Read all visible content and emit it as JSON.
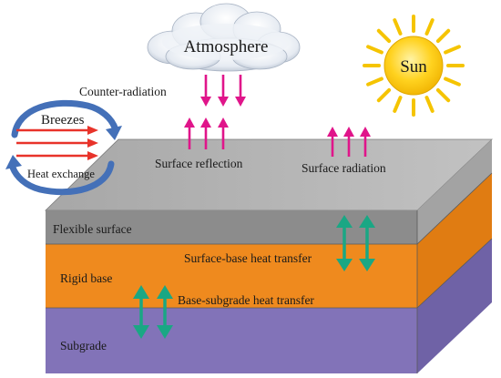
{
  "labels": {
    "atmosphere": "Atmosphere",
    "sun": "Sun",
    "counter_radiation": "Counter-radiation",
    "breezes": "Breezes",
    "heat_exchange": "Heat exchange",
    "surface_reflection": "Surface reflection",
    "surface_radiation": "Surface radiation",
    "flexible_surface": "Flexible surface",
    "surface_base_heat_transfer": "Surface-base heat transfer",
    "rigid_base": "Rigid base",
    "base_subgrade_heat_transfer": "Base-subgrade heat transfer",
    "subgrade": "Subgrade"
  },
  "colors": {
    "top_face": "#b5b5b5",
    "surface_front": "#8c8c8c",
    "surface_side": "#a6a6a6",
    "base_front": "#ef8a1e",
    "base_side": "#e07c12",
    "subgrade_front": "#8273b8",
    "subgrade_side": "#6f62a6",
    "radiation_arrows": "#e0158a",
    "heat_arrows": "#1aa784",
    "breeze_arrows": "#e8332a",
    "cycle_arrows": "#4470b8",
    "sun_fill": "#ffd21f",
    "sun_rays": "#f5c400",
    "cloud": "#e4e9f0"
  }
}
